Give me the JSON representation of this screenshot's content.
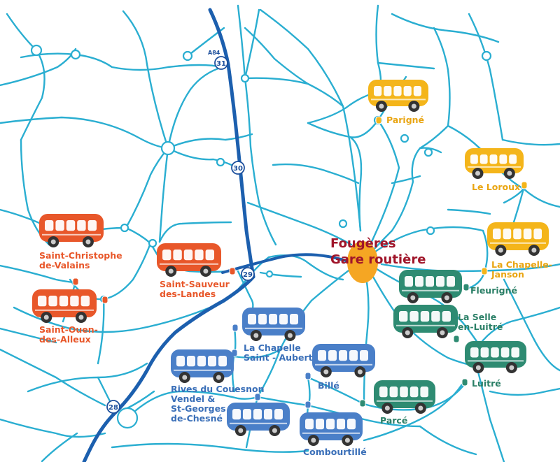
{
  "colors": {
    "minor_road": "#2aaed1",
    "motorway": "#1c5fae",
    "hub": "#f5a623",
    "hub_text": "#a0152a",
    "orange": "#e8572a",
    "yellow": "#f4b51a",
    "green": "#2e8b72",
    "blue": "#4a7fc8",
    "orange_text": "#e8572a",
    "yellow_text": "#e9a512",
    "green_text": "#2a7f66",
    "blue_text": "#3a6fb8"
  },
  "hub": {
    "line1": "Fougères",
    "line2": "Gare routière"
  },
  "road_labels": {
    "motorway": "A84",
    "exit_31": "31",
    "exit_30": "30",
    "exit_29": "29",
    "exit_28": "28"
  },
  "towns": [
    {
      "id": "parigne",
      "group": "yellow",
      "lines": [
        "Parigné"
      ]
    },
    {
      "id": "le-loroux",
      "group": "yellow",
      "lines": [
        "Le Loroux"
      ]
    },
    {
      "id": "la-chapelle-janson",
      "group": "yellow",
      "lines": [
        "La Chapelle-",
        "Janson"
      ]
    },
    {
      "id": "fleurigne",
      "group": "green",
      "lines": [
        "Fleurigné"
      ]
    },
    {
      "id": "la-selle-en-luitre",
      "group": "green",
      "lines": [
        "La Selle",
        "en-Luitré"
      ]
    },
    {
      "id": "luitre",
      "group": "green",
      "lines": [
        "Luitré"
      ]
    },
    {
      "id": "parce",
      "group": "green",
      "lines": [
        "Parcé"
      ]
    },
    {
      "id": "saint-christophe",
      "group": "orange",
      "lines": [
        "Saint-Christophe",
        "de-Valains"
      ]
    },
    {
      "id": "saint-sauveur",
      "group": "orange",
      "lines": [
        "Saint-Sauveur",
        "des-Landes"
      ]
    },
    {
      "id": "saint-ouen",
      "group": "orange",
      "lines": [
        "Saint-Ouen-",
        "des-Alleux"
      ]
    },
    {
      "id": "la-chapelle-saint-aubert",
      "group": "blue",
      "lines": [
        "La Chapelle",
        "Saint - Aubert"
      ]
    },
    {
      "id": "bille",
      "group": "blue",
      "lines": [
        "Billé"
      ]
    },
    {
      "id": "rives-du-couesnon",
      "group": "blue",
      "lines": [
        "Rives du Couesnon",
        "Vendel &",
        "St-Georges",
        "de-Chesné"
      ]
    },
    {
      "id": "combourtille",
      "group": "blue",
      "lines": [
        "Combourtillé"
      ]
    }
  ]
}
